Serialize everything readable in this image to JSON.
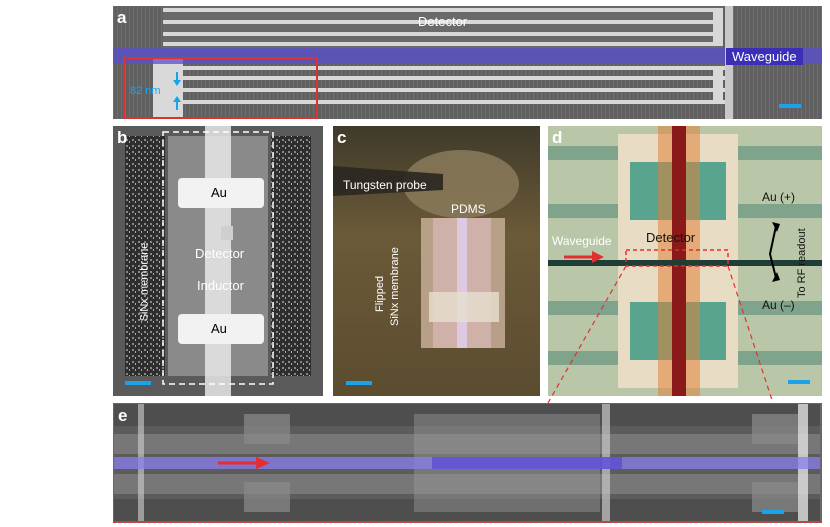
{
  "panels": {
    "a": {
      "label": "a",
      "detector": "Detector",
      "waveguide": "Waveguide",
      "dimension": "82 nm"
    },
    "b": {
      "label": "b",
      "au_top": "Au",
      "au_bottom": "Au",
      "detector": "Detector",
      "inductor": "Inductor",
      "membrane": "SiNx membrane"
    },
    "c": {
      "label": "c",
      "probe": "Tungsten probe",
      "pdms": "PDMS",
      "flipped": "Flipped",
      "membrane": "SiNx membrane"
    },
    "d": {
      "label": "d",
      "waveguide": "Waveguide",
      "detector": "Detector",
      "au_plus": "Au (+)",
      "au_minus": "Au (–)",
      "readout": "To RF readout"
    },
    "e": {
      "label": "e"
    }
  },
  "colors": {
    "scalebar": "#1aa3e8",
    "waveguide_highlight": "#5a4fd0",
    "red_box": "#e03030"
  }
}
